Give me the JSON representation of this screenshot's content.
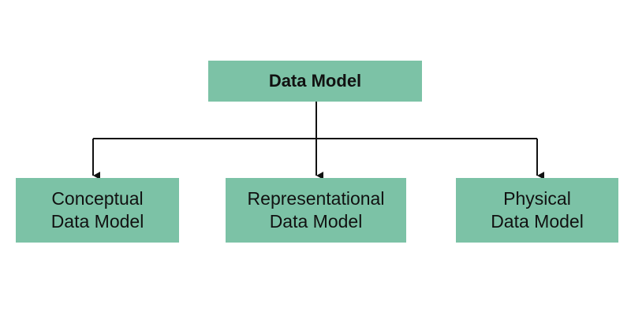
{
  "root": {
    "label": "Data Model"
  },
  "children": [
    {
      "label": "Conceptual\nData Model"
    },
    {
      "label": "Representational\nData Model"
    },
    {
      "label": "Physical\nData Model"
    }
  ],
  "colors": {
    "node_fill": "#7cc2a6",
    "connector": "#111111",
    "text": "#111111",
    "background": "#ffffff"
  }
}
